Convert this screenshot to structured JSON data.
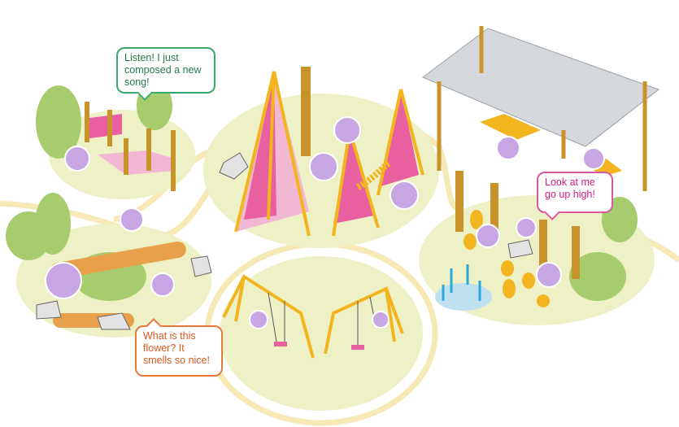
{
  "bubbles": {
    "music": "Listen! I just composed a new song!",
    "flower": "What is this flower? It smells so nice!",
    "climb": "Look at me go up high!"
  },
  "colors": {
    "zone": "#eef0c6",
    "path": "#f7e9b5",
    "pink": "#e8609f",
    "yellow": "#f2b51f",
    "purple": "#c8a6e4",
    "green": "#a6cc6e",
    "wood": "#c9932c"
  }
}
